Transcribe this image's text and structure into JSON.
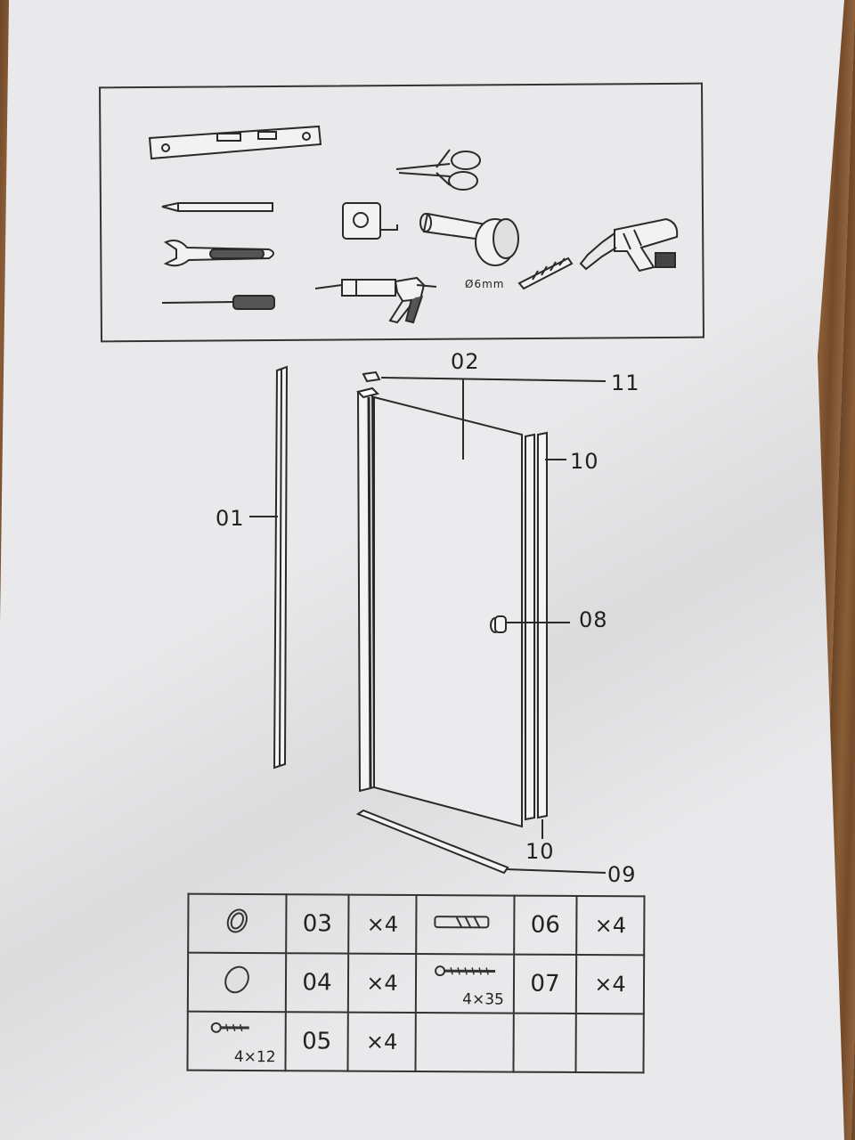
{
  "tools": {
    "drill_bit_label": "Ø6mm",
    "items": [
      "spirit-level",
      "scissors",
      "pencil",
      "tape-measure",
      "rubber-mallet",
      "adjustable-wrench",
      "electric-drill",
      "screwdriver",
      "caulking-gun",
      "drill-bit"
    ]
  },
  "diagram": {
    "labels": {
      "p01": "01",
      "p02": "02",
      "p08": "08",
      "p09": "09",
      "p10_top": "10",
      "p10_bottom": "10",
      "p11": "11"
    }
  },
  "parts_table": {
    "rows": [
      [
        {
          "icon": "ring-cap-icon",
          "size": "",
          "code": "03",
          "qty": "×4"
        },
        {
          "icon": "wall-plug-icon",
          "size": "",
          "code": "06",
          "qty": "×4"
        }
      ],
      [
        {
          "icon": "round-cap-icon",
          "size": "",
          "code": "04",
          "qty": "×4"
        },
        {
          "icon": "screw-icon",
          "size": "4×35",
          "code": "07",
          "qty": "×4"
        }
      ],
      [
        {
          "icon": "small-screw-icon",
          "size": "4×12",
          "code": "05",
          "qty": "×4"
        },
        {
          "icon": "",
          "size": "",
          "code": "",
          "qty": ""
        }
      ]
    ]
  }
}
